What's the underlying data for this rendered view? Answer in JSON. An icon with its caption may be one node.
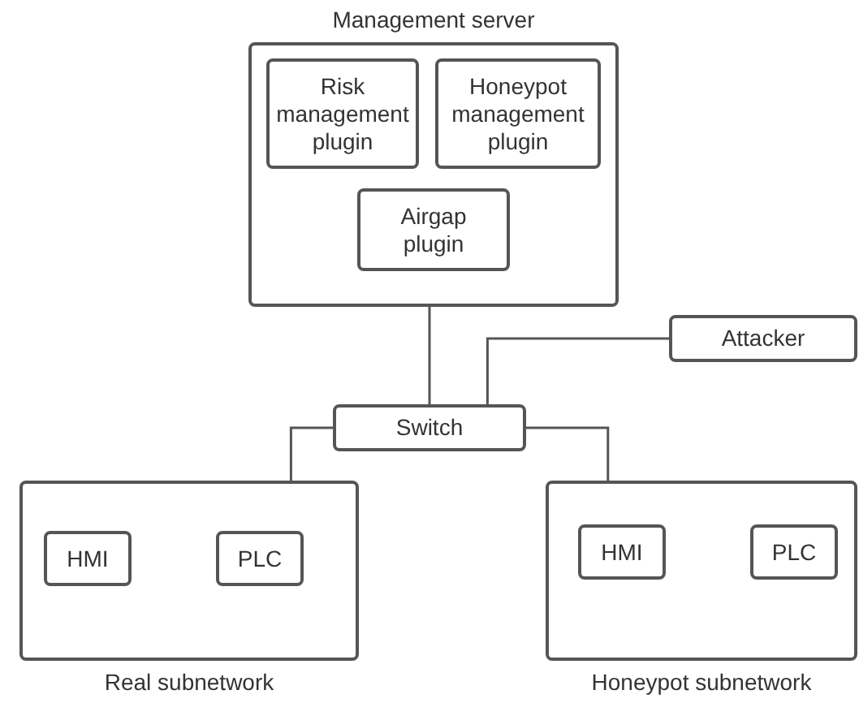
{
  "diagram": {
    "nodes": [
      {
        "text": [
          "Management server"
        ]
      },
      {
        "text": [
          "Risk management plugin"
        ],
        "in": 0
      },
      {
        "text": [
          "Honeypot management plugin"
        ],
        "in": 0
      },
      {
        "text": [
          "Airgap plugin"
        ],
        "in": 0
      },
      {
        "text": [
          "Attacker"
        ]
      },
      {
        "text": [
          "Switch"
        ]
      },
      {
        "text": [
          "Real subnetwork"
        ]
      },
      {
        "text": [
          "HMI"
        ],
        "in": 6
      },
      {
        "text": [
          "PLC"
        ],
        "in": 6
      },
      {
        "text": [
          "Honeypot subnetwork"
        ]
      },
      {
        "text": [
          "HMI"
        ],
        "in": 9
      },
      {
        "text": [
          "PLC"
        ],
        "in": 9
      }
    ],
    "edges": [
      {
        "from": 0,
        "to": 5,
        "arrow": "none"
      },
      {
        "from": 4,
        "to": 5,
        "arrow": "none"
      },
      {
        "from": 5,
        "to": 6,
        "arrow": "none"
      },
      {
        "from": 5,
        "to": 9,
        "arrow": "none"
      }
    ]
  }
}
